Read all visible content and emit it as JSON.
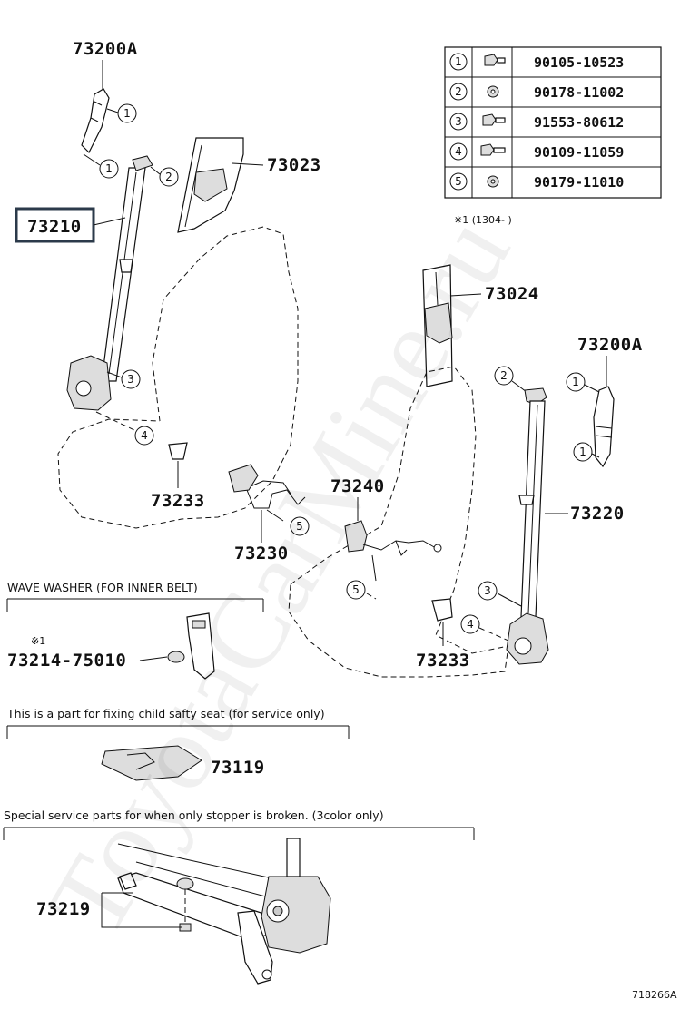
{
  "watermark": "ToyotaCarMine.ru",
  "diagram_id": "718266A",
  "callouts": {
    "belt_left_top_anchor": "73200A",
    "belt_left_assy": "73210",
    "pillar_garnish_left": "73023",
    "buckle_left": "73230",
    "plate_left": "73233",
    "pillar_garnish_right": "73024",
    "belt_right_top_anchor": "73200A",
    "belt_right_assy": "73220",
    "buckle_center": "73240",
    "plate_right": "73233",
    "washer": "73214-75010",
    "child_seat_part": "73119",
    "stopper_parts": "73219"
  },
  "fastener_table": [
    {
      "num": "1",
      "icon": "bolt-icon",
      "part": "90105-10523"
    },
    {
      "num": "2",
      "icon": "nut-icon",
      "part": "90178-11002"
    },
    {
      "num": "3",
      "icon": "bolt-icon",
      "part": "91553-80612"
    },
    {
      "num": "4",
      "icon": "bolt-icon",
      "part": "90109-11059"
    },
    {
      "num": "5",
      "icon": "nut-icon",
      "part": "90179-11010"
    }
  ],
  "table_note": "※1 (1304-     )",
  "notes": {
    "wave_washer": "WAVE WASHER (FOR INNER BELT)",
    "washer_mark": "※1",
    "child_seat": "This is a part for fixing child safty seat (for service only)",
    "stopper": "Special service parts for when only stopper is broken. (3color only)"
  },
  "ref_numbers": {
    "c1": "1",
    "c2": "2",
    "c3": "3",
    "c4": "4",
    "c5": "5"
  }
}
